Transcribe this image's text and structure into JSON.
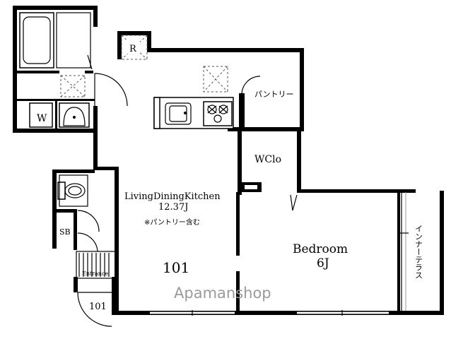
{
  "labels": {
    "refrigerator": "R",
    "pantry": "パントリー",
    "washer": "W",
    "wcloset": "WClo",
    "ldk_name": "LivingDiningKitchen",
    "ldk_size": "12.37J",
    "ldk_note": "※パントリー含む",
    "shoebox": "SB",
    "unit_number": "101",
    "bedroom_name": "Bedroom",
    "bedroom_size": "6J",
    "inner_terrace": "インナーテラス",
    "entrance": "Entrance",
    "entrance_number": "101"
  },
  "watermark": "Apamanshop"
}
